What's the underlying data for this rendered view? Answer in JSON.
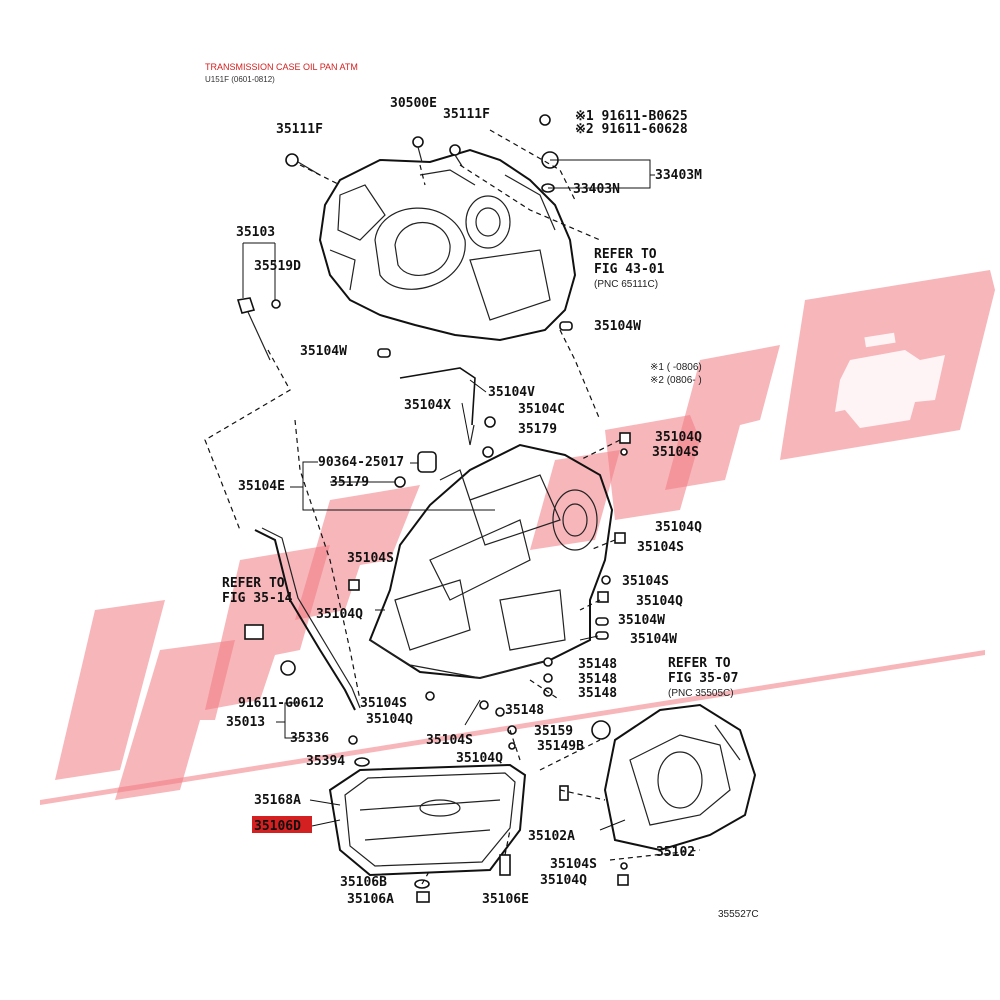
{
  "header": {
    "title": "TRANSMISSION CASE OIL PAN ATM",
    "subtitle": "U151F (0601-0812)"
  },
  "labels": {
    "p30500E": "30500E",
    "p35111F_top": "35111F",
    "p35111F_left": "35111F",
    "p91611B0625": "※1 91611-B0625",
    "p9161160628": "※2 91611-60628",
    "p33403M": "33403M",
    "p33403N": "33403N",
    "p35103": "35103",
    "p35519D": "35519D",
    "refer_fig43_line1": "REFER TO",
    "refer_fig43_line2": "FIG 43-01",
    "refer_fig43_line3": "(PNC 65111C)",
    "p35104W_a": "35104W",
    "p35104W_b": "35104W",
    "p35104V": "35104V",
    "p35104X": "35104X",
    "p35104C": "35104C",
    "p35179_a": "35179",
    "p35179_b": "35179",
    "p9036425017": "90364-25017",
    "p35104E": "35104E",
    "p35104Q_a": "35104Q",
    "p35104S_a": "35104S",
    "p35104Q_b": "35104Q",
    "p35104S_b": "35104S",
    "p35104S_c": "35104S",
    "p35104S_d": "35104S",
    "p35104Q_c": "35104Q",
    "p35104W_c": "35104W",
    "p35104W_d": "35104W",
    "p35104Q_d": "35104Q",
    "refer_fig35_14_line1": "REFER TO",
    "refer_fig35_14_line2": "FIG 35-14",
    "p35148_a": "35148",
    "p35148_b": "35148",
    "p35148_c": "35148",
    "p35148_d": "35148",
    "refer_fig35_07_line1": "REFER TO",
    "refer_fig35_07_line2": "FIG 35-07",
    "refer_fig35_07_line3": "(PNC 35505C)",
    "p91611G0612": "91611-G0612",
    "p35104S_e": "35104S",
    "p35104Q_e": "35104Q",
    "p35013": "35013",
    "p35336": "35336",
    "p35104S_f": "35104S",
    "p35159": "35159",
    "p35149B": "35149B",
    "p35104Q_f": "35104Q",
    "p35394": "35394",
    "p35168A": "35168A",
    "p35106D": "35106D",
    "p35102A": "35102A",
    "p35102": "35102",
    "p35104S_g": "35104S",
    "p35104Q_g": "35104Q",
    "p35106B": "35106B",
    "p35106A": "35106A",
    "p35106E": "35106E",
    "footnote1": "※1 (      -0806)",
    "footnote2": "※2 (0806-      )",
    "diagram_code": "355527C"
  },
  "colors": {
    "highlight": "#d42020",
    "watermark": "#f07a82",
    "ink": "#111111"
  }
}
